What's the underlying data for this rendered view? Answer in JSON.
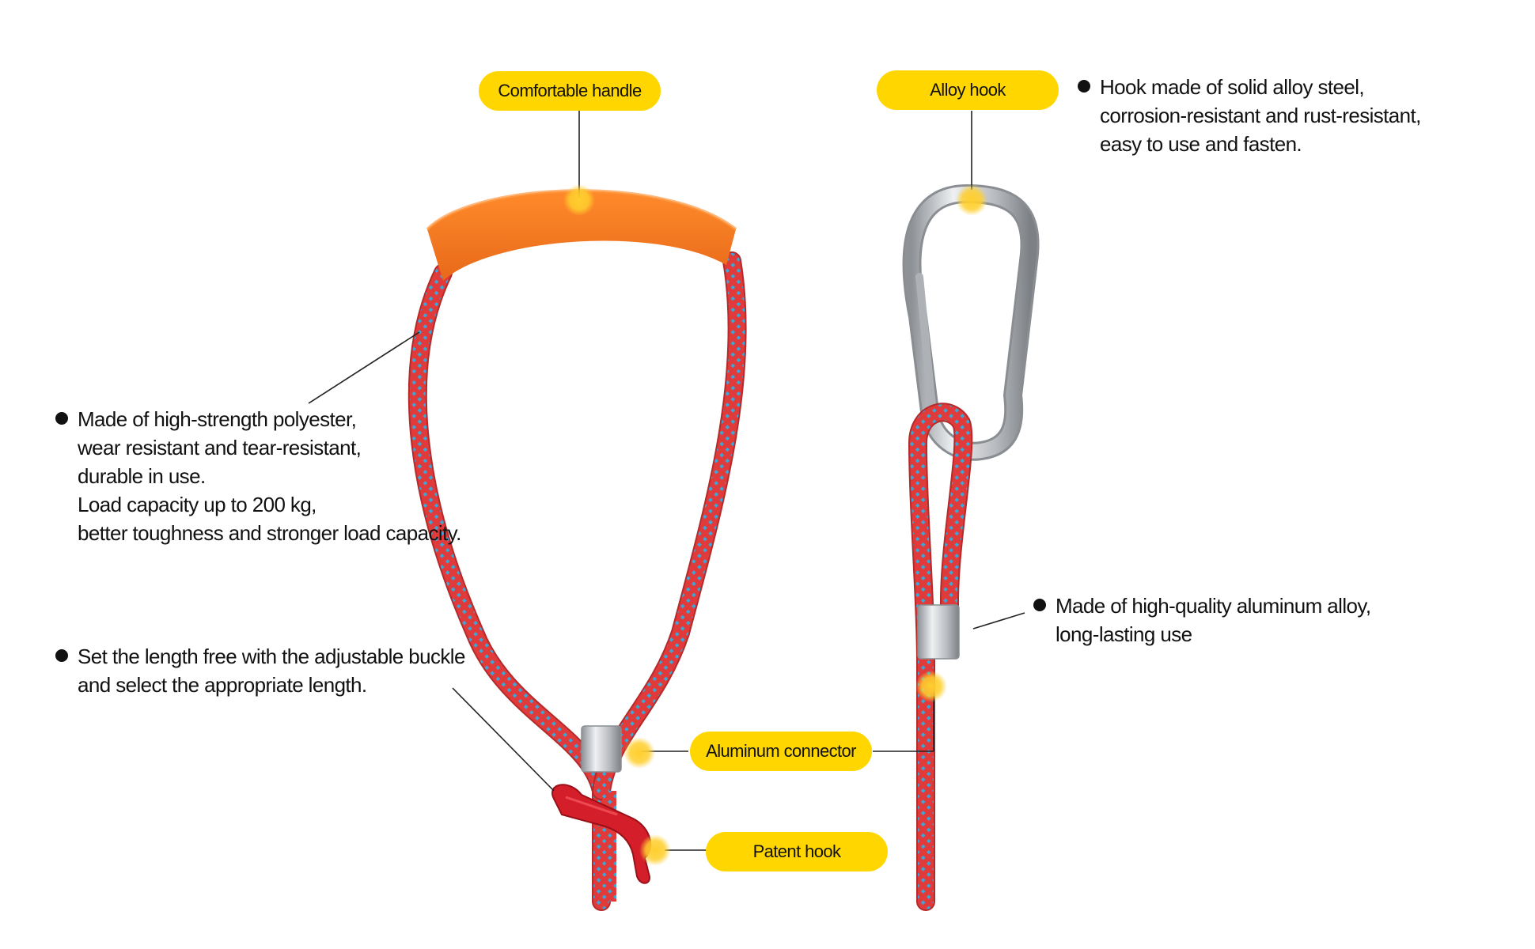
{
  "labels": {
    "handle": "Comfortable handle",
    "alloy_hook": "Alloy hook",
    "aluminum_connector": "Aluminum connector",
    "patent_hook": "Patent hook"
  },
  "descriptions": {
    "hook": [
      "Hook made of solid alloy steel,",
      "corrosion-resistant and rust-resistant,",
      "easy to use and fasten."
    ],
    "rope": [
      "Made of high-strength polyester,",
      "wear resistant and tear-resistant,",
      "durable in use.",
      "Load capacity up to 200 kg,",
      "better toughness and stronger load capacity."
    ],
    "buckle": [
      "Set the length free with the adjustable buckle",
      "and select the appropriate length."
    ],
    "connector": [
      "Made of high-quality aluminum alloy,",
      "long-lasting use"
    ]
  },
  "colors": {
    "label_bg": "#ffd600",
    "marker": "#ffcf2e",
    "handle": "#f47a20",
    "rope_red": "#e03a3a",
    "rope_blue": "#3aa7d8",
    "metal": "#c9ccd0",
    "patent_hook": "#d41f2a"
  }
}
